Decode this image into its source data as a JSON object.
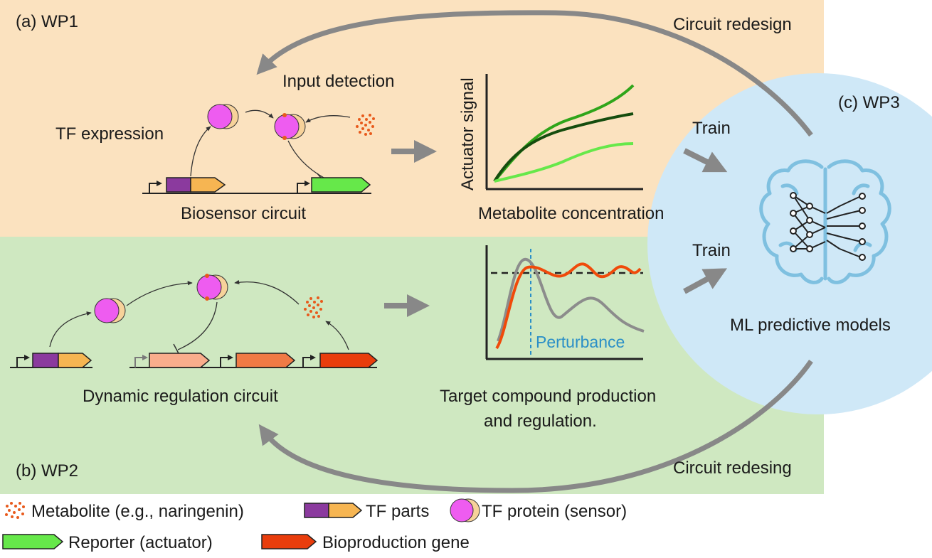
{
  "panel_a": {
    "label": "(a) WP1",
    "circuit_redesign": "Circuit redesign",
    "input_detection": "Input detection",
    "tf_expression": "TF expression",
    "circuit_label": "Biosensor circuit",
    "plot": {
      "ylabel": "Actuator signal",
      "xlabel": "Metabolite concentration"
    }
  },
  "panel_b": {
    "label": "(b) WP2",
    "circuit_redesign": "Circuit redesing",
    "circuit_label": "Dynamic regulation circuit",
    "plot": {
      "annotation": "Perturbance",
      "caption_line1": "Target compound production",
      "caption_line2": "and regulation."
    }
  },
  "panel_c": {
    "label": "(c) WP3",
    "train_top": "Train",
    "train_bottom": "Train",
    "model_label": "ML predictive models"
  },
  "legend": {
    "metabolite": "Metabolite (e.g., naringenin)",
    "tf_parts": "TF parts",
    "tf_protein": "TF protein (sensor)",
    "reporter": "Reporter (actuator)",
    "bioproduction": "Bioproduction gene"
  },
  "colors": {
    "panel_a_bg": "#fbe2bf",
    "panel_b_bg": "#cfe8c1",
    "panel_c_bg": "#cfe8f7",
    "tf_purple": "#8b3a9e",
    "tf_orange": "#f6b552",
    "tf_protein_pink": "#ee5cf0",
    "tf_protein_tan": "#f7d29a",
    "metabolite": "#e85a1c",
    "reporter_green": "#66e84a",
    "bioproduction_red": "#e93d0c",
    "arrow_gray": "#888888",
    "dashed_line_blue": "#2a8fc7",
    "brain_blue": "#7fc0e0"
  }
}
